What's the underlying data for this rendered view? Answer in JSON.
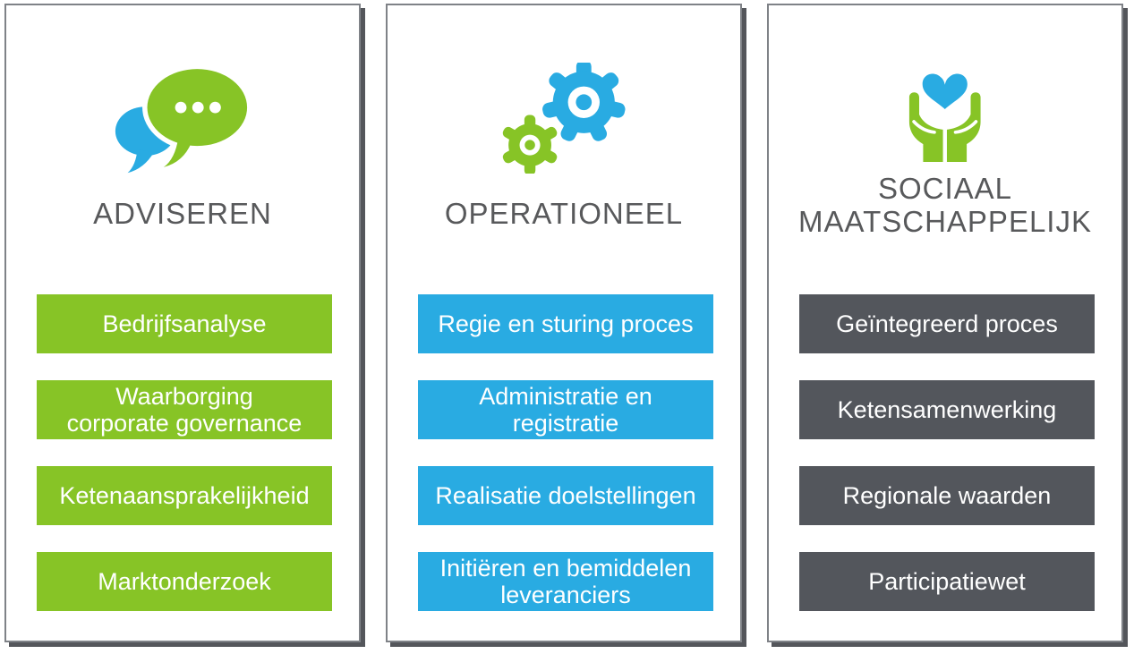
{
  "palette": {
    "green": "#87C426",
    "blue": "#29ABE2",
    "dark_gray": "#53565C",
    "title_text": "#58595B",
    "button_text": "#FFFFFF",
    "panel_border": "#7F8287",
    "panel_shadow": "#54565B",
    "background": "#FFFFFF"
  },
  "columns": [
    {
      "title": "ADVISEREN",
      "icon": "speech-bubbles-icon",
      "items": [
        "Bedrijfsanalyse",
        "Waarborging\ncorporate governance",
        "Ketenaansprakelijkheid",
        "Marktonderzoek"
      ]
    },
    {
      "title": "OPERATIONEEL",
      "icon": "gears-icon",
      "items": [
        "Regie en sturing proces",
        "Administratie en\nregistratie",
        "Realisatie doelstellingen",
        "Initiëren en bemiddelen\nleveranciers"
      ]
    },
    {
      "title": "SOCIAAL\nMAATSCHAPPELIJK",
      "icon": "hands-heart-icon",
      "items": [
        "Geïntegreerd proces",
        "Ketensamenwerking",
        "Regionale waarden",
        "Participatiewet"
      ]
    }
  ]
}
